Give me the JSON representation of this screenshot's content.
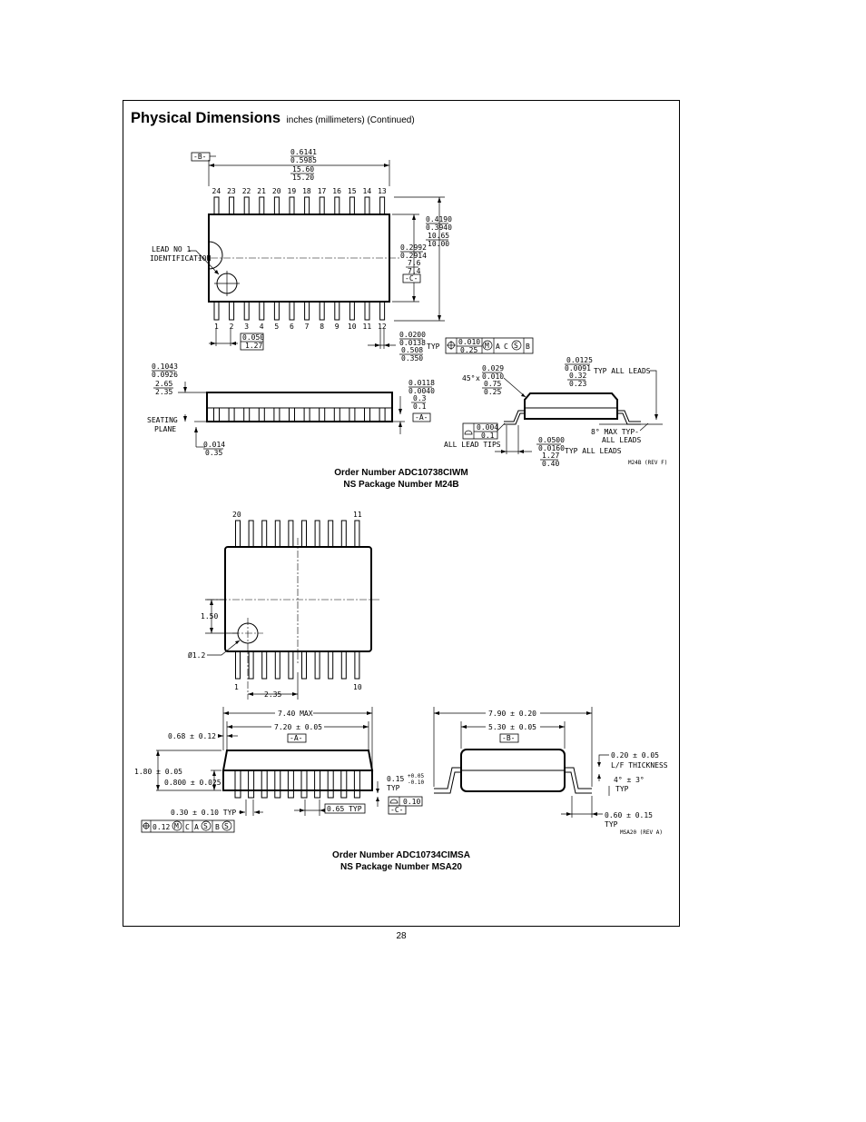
{
  "header": {
    "title": "Physical Dimensions",
    "subtitle": "inches (millimeters) (Continued)"
  },
  "m24b": {
    "pin_top": [
      "24",
      "23",
      "22",
      "21",
      "20",
      "19",
      "18",
      "17",
      "16",
      "15",
      "14",
      "13"
    ],
    "pin_bottom": [
      "1",
      "2",
      "3",
      "4",
      "5",
      "6",
      "7",
      "8",
      "9",
      "10",
      "11",
      "12"
    ],
    "datum_b": "-B-",
    "datum_c": "-C-",
    "datum_a": "-A-",
    "length_in_max": "0.6141",
    "length_in_min": "0.5985",
    "length_mm_max": "15.60",
    "length_mm_min": "15.20",
    "width_in_max": "0.4190",
    "width_in_min": "0.3940",
    "width_mm_max": "10.65",
    "width_mm_min": "10.00",
    "body_in_max": "0.2992",
    "body_in_min": "0.2914",
    "body_mm_max": "7.6",
    "body_mm_min": "7.4",
    "lead_id_line1": "LEAD NO 1",
    "lead_id_line2": "IDENTIFICATION",
    "pitch_in": "0.050",
    "pitch_mm": "1.27",
    "lead_w_in_max": "0.0200",
    "lead_w_in_min": "0.0138",
    "lead_w_mm_max": "0.508",
    "lead_w_mm_min": "0.350",
    "typ": "TYP",
    "tol_in": "0.010",
    "tol_mm": "0.25",
    "tol_m": "M",
    "tol_a": "A",
    "tol_c": "C",
    "tol_s": "S",
    "tol_b": "B",
    "height_in_max": "0.1043",
    "height_in_min": "0.0926",
    "height_mm_max": "2.65",
    "height_mm_min": "2.35",
    "standoff_in_max": "0.0118",
    "standoff_in_min": "0.0040",
    "standoff_mm_max": "0.3",
    "standoff_mm_min": "0.1",
    "seating_line1": "SEATING",
    "seating_line2": "PLANE",
    "seat_in": "0.014",
    "seat_mm": "0.35",
    "chamfer_angle": "45°",
    "chamfer_x": "x",
    "chamfer_in_max": "0.029",
    "chamfer_in_min": "0.010",
    "chamfer_mm_max": "0.75",
    "chamfer_mm_min": "0.25",
    "thick_in_max": "0.0125",
    "thick_in_min": "0.0091",
    "thick_mm_max": "0.32",
    "thick_mm_min": "0.23",
    "typ_all_leads": "TYP ALL LEADS",
    "cop_in": "0.004",
    "cop_mm": "0.1",
    "all_lead_tips": "ALL LEAD TIPS",
    "angle_typ": "8° MAX TYP-",
    "all_leads": "ALL LEADS",
    "foot_in_max": "0.0500",
    "foot_in_min": "0.0160",
    "foot_mm_max": "1.27",
    "foot_mm_min": "0.40",
    "rev": "M24B (REV F)",
    "order_number": "Order Number ADC10738CIWM",
    "package_number": "NS Package Number M24B"
  },
  "msa20": {
    "pin_20": "20",
    "pin_11": "11",
    "pin_1": "1",
    "pin_10": "10",
    "dim_150": "1.50",
    "dim_dia": "Ø1.2",
    "dim_235": "2.35",
    "max_len": "7.40 MAX",
    "body_len": "7.20 ± 0.05",
    "datum_a": "-A-",
    "datum_b": "-B-",
    "datum_c": "-C-",
    "chamfer": "0.68 ± 0.12",
    "height": "1.80 ± 0.05",
    "body_h": "0.800 ± 0.025",
    "lead_th": "0.15",
    "lead_th_plus": "+0.05",
    "lead_th_minus": "-0.10",
    "typ": "TYP",
    "cop": "0.10",
    "pitch": "0.65 TYP",
    "lead_w": "0.30 ± 0.10 TYP",
    "tol": "0.12",
    "tol_m": "M",
    "tol_c": "C",
    "tol_a": "A",
    "tol_s": "S",
    "tol_b": "B",
    "overall_w": "7.90 ± 0.20",
    "body_w": "5.30 ± 0.05",
    "lf_th": "0.20 ± 0.05",
    "lf_label": "L/F THICKNESS",
    "angle": "4° ± 3°",
    "foot": "0.60 ± 0.15",
    "rev": "MSA20 (REV A)",
    "order_number": "Order Number ADC10734CIMSA",
    "package_number": "NS Package Number MSA20"
  },
  "page_number": "28"
}
